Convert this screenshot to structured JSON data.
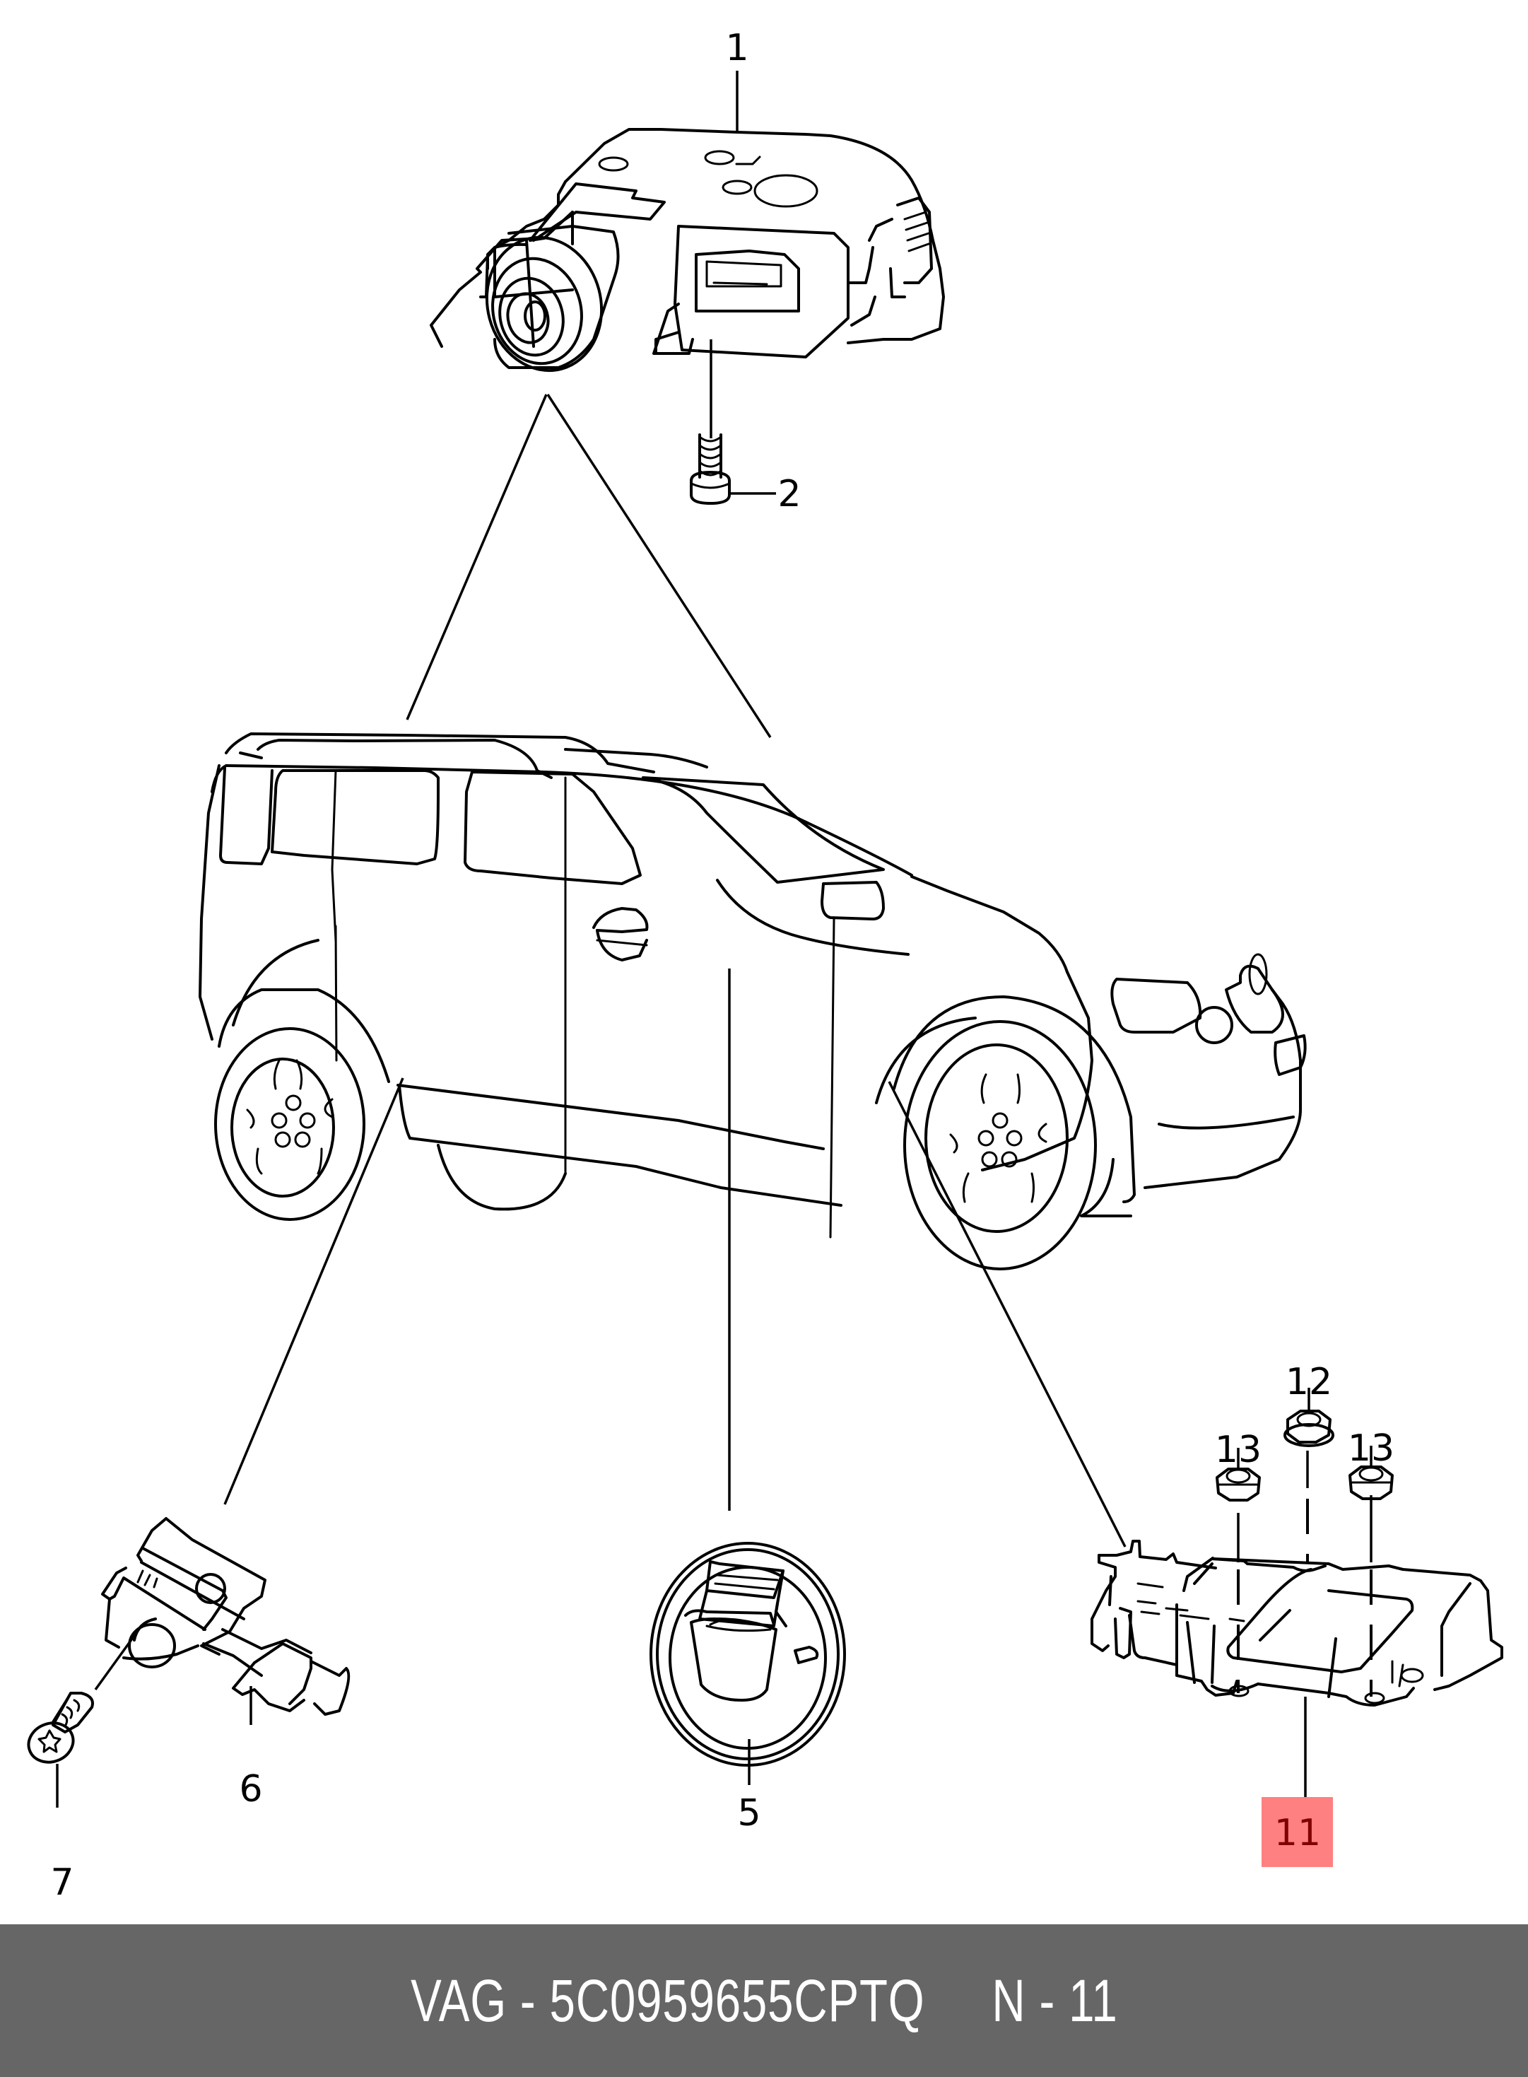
{
  "diagram": {
    "title": "Parts diagram - airbag control unit and sensors",
    "callouts": [
      {
        "id": "1",
        "label": "1",
        "part": "actuator-motor"
      },
      {
        "id": "2",
        "label": "2",
        "part": "screw"
      },
      {
        "id": "5",
        "label": "5",
        "part": "round-sensor"
      },
      {
        "id": "6",
        "label": "6",
        "part": "crash-sensor"
      },
      {
        "id": "7",
        "label": "7",
        "part": "torx-screw"
      },
      {
        "id": "11",
        "label": "11",
        "part": "control-unit",
        "highlighted": true
      },
      {
        "id": "12",
        "label": "12",
        "part": "flange-nut"
      },
      {
        "id": "13a",
        "label": "13",
        "part": "hex-nut"
      },
      {
        "id": "13b",
        "label": "13",
        "part": "hex-nut"
      }
    ],
    "highlight_color": "#ff8080",
    "highlight_text_color": "#800000"
  },
  "footer": {
    "text": "VAG - 5C0959655CPTQ     N - 11",
    "brand": "VAG",
    "part_number": "5C0959655CPTQ",
    "position": "N - 11",
    "background": "#666666",
    "text_color": "#ffffff"
  }
}
